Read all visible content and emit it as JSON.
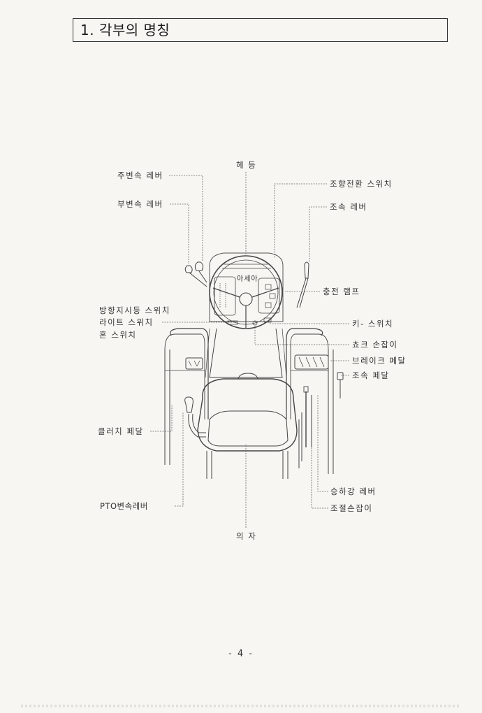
{
  "section": {
    "title": "1. 각부의 명칭"
  },
  "labels": {
    "headlight": "헤 등",
    "main_shift_lever": "주변속 레버",
    "sub_shift_lever": "부변속 레버",
    "direction_switch": "조향전환 스위치",
    "throttle_lever": "조속 레버",
    "charge_lamp": "충전 램프",
    "turn_signal_switch": "방향지시등 스위치",
    "light_switch": "라이트 스위치",
    "horn_switch": "혼 스위치",
    "key_switch": "키- 스위치",
    "choke_knob": "쵸크 손잡이",
    "brake_pedal": "브레이크 페달",
    "throttle_pedal": "조속 페달",
    "clutch_pedal": "클러치 페달",
    "lift_lever": "승하강 레버",
    "adjust_knob": "조절손잡이",
    "pto_shift_lever": "PTO변속레버",
    "seat": "의 자"
  },
  "steering_brand": "아세아",
  "page_number": "- 4 -"
}
